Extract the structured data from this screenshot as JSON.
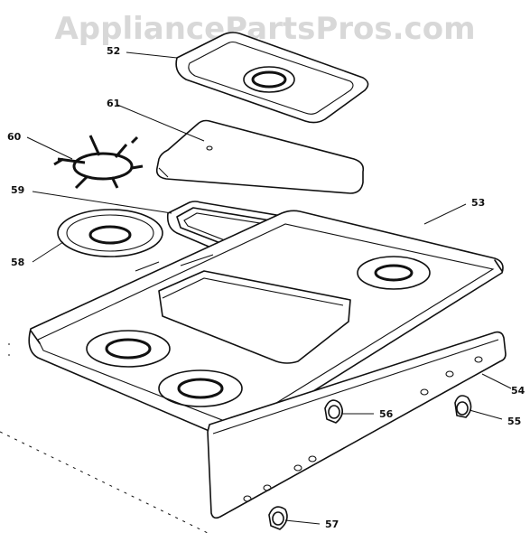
{
  "watermark": "AppliancePartsPros.com",
  "labels": {
    "p52": "52",
    "p53": "53",
    "p54": "54",
    "p55": "55",
    "p56": "56",
    "p57": "57",
    "p58": "58",
    "p59": "59",
    "p60": "60",
    "p61": "61"
  }
}
